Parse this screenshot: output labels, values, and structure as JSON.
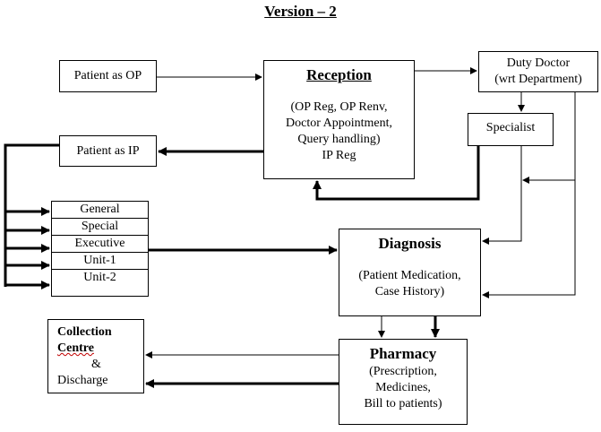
{
  "title": "Version – 2",
  "boxes": {
    "patient_op": "Patient as OP",
    "patient_ip": "Patient as IP",
    "reception": {
      "heading": "Reception",
      "lines": [
        "(OP Reg, OP Renv,",
        "Doctor Appointment,",
        "Query handling)",
        "IP Reg"
      ]
    },
    "duty_doctor": {
      "lines": [
        "Duty Doctor",
        "(wrt Department)"
      ]
    },
    "specialist": "Specialist",
    "diagnosis": {
      "heading": "Diagnosis",
      "lines": [
        "(Patient Medication,",
        "Case History)"
      ]
    },
    "pharmacy": {
      "heading": "Pharmacy",
      "lines": [
        "(Prescription,",
        "Medicines,",
        "Bill to patients)"
      ]
    },
    "collection": {
      "line1": "Collection",
      "line2": "Centre",
      "line3": "&",
      "line4": "Discharge"
    }
  },
  "wards": [
    "General",
    "Special",
    "Executive",
    "Unit-1",
    "Unit-2"
  ]
}
